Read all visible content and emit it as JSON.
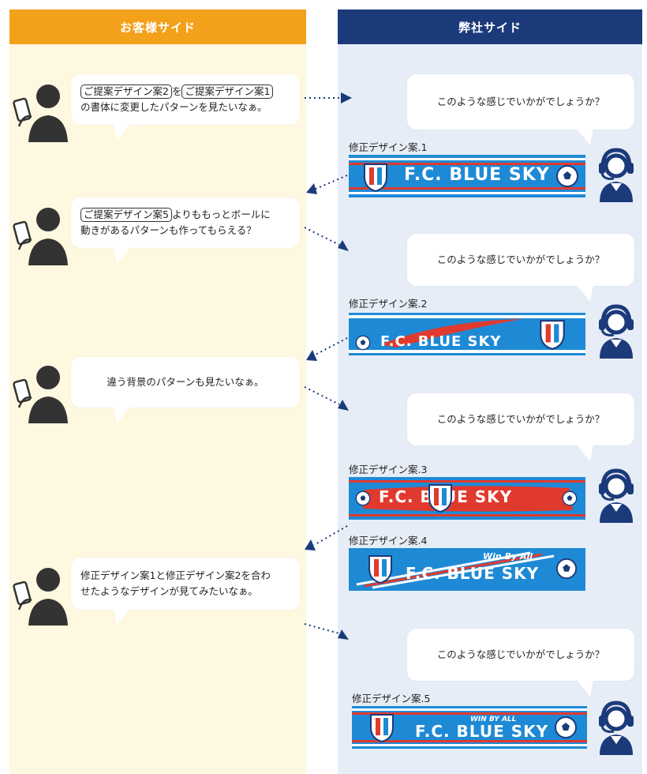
{
  "headers": {
    "customer": "お客様サイド",
    "company": "弊社サイド"
  },
  "customer_messages": [
    {
      "tag1": "ご提案デザイン案2",
      "mid": "を",
      "tag2": "ご提案デザイン案1",
      "line2": "の書体に変更したパターンを見たいなぁ。"
    },
    {
      "tag": "ご提案デザイン案5",
      "rest": "よりももっとボールに",
      "line2": "動きがあるパターンも作ってもらえる？"
    },
    {
      "text": "違う背景のパターンも見たいなぁ。"
    },
    {
      "line1": "修正デザイン案1と修正デザイン案2を合わ",
      "line2": "せたようなデザインが見てみたいなぁ。"
    }
  ],
  "company_message": "このような感じでいかがでしょうか？",
  "designs": [
    {
      "label": "修正デザイン案.1",
      "text": "F.C. BLUE SKY"
    },
    {
      "label": "修正デザイン案.2",
      "text": "F.C. BLUE SKY"
    },
    {
      "label": "修正デザイン案.3",
      "text": "F.C.  BLUE SKY"
    },
    {
      "label": "修正デザイン案.4",
      "text": "F.C. BLUE SKY",
      "sub": "Win By All"
    },
    {
      "label": "修正デザイン案.5",
      "text": "F.C. BLUE SKY",
      "sub": "WIN BY ALL"
    }
  ],
  "colors": {
    "orange": "#f3a01b",
    "navy": "#1b3a7a",
    "blue": "#1e8ad6",
    "red": "#e03a2e",
    "customer_bg": "#fdf8df",
    "company_bg": "#e6edf7"
  }
}
